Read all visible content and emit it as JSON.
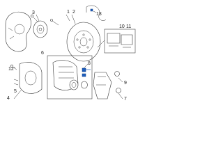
{
  "diagram": {
    "callouts": {
      "c1": "1",
      "c2": "2",
      "c3": "3",
      "c4": "4",
      "c5": "5",
      "c6": "6",
      "c7": "7",
      "c8": "8",
      "c9": "9",
      "c10": "10",
      "c11": "11",
      "c12": "12",
      "c13": "13"
    },
    "colors": {
      "highlight": "#1f5fbf",
      "line": "#333333"
    }
  }
}
